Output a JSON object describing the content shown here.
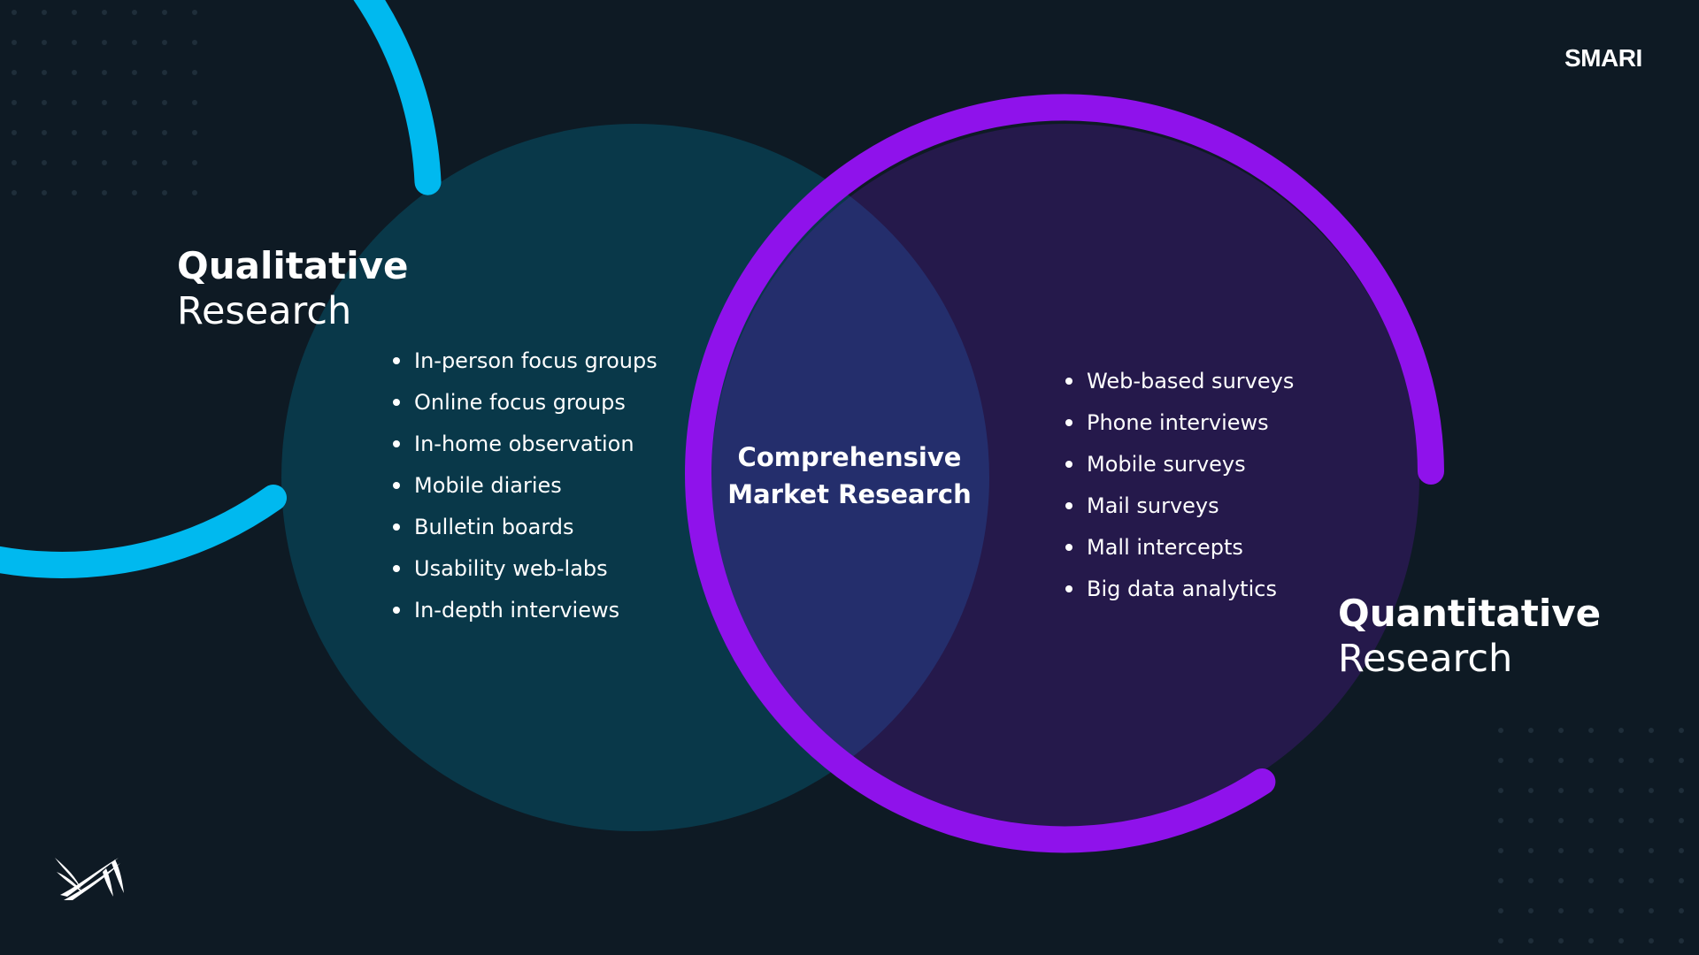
{
  "brand": {
    "name": "SMARI",
    "logo_icon": "swoosh-logo-icon"
  },
  "colors": {
    "background": "#0e1a24",
    "qualitative_ring": "#00b9ef",
    "qualitative_fill": "#093849",
    "quantitative_ring": "#8f12eb",
    "quantitative_fill": "#25194b",
    "overlap_fill": "#242e6c",
    "overlap_arc": "#2196ee"
  },
  "qualitative": {
    "title_bold": "Qualitative",
    "title_light": "Research",
    "items": [
      "In-person focus groups",
      "Online focus groups",
      "In-home observation",
      "Mobile diaries",
      "Bulletin boards",
      "Usability web-labs",
      "In-depth interviews"
    ]
  },
  "quantitative": {
    "title_bold": "Quantitative",
    "title_light": "Research",
    "items": [
      "Web-based surveys",
      "Phone interviews",
      "Mobile surveys",
      "Mail surveys",
      "Mall intercepts",
      "Big data analytics"
    ]
  },
  "overlap": {
    "line1": "Comprehensive",
    "line2": "Market Research"
  }
}
